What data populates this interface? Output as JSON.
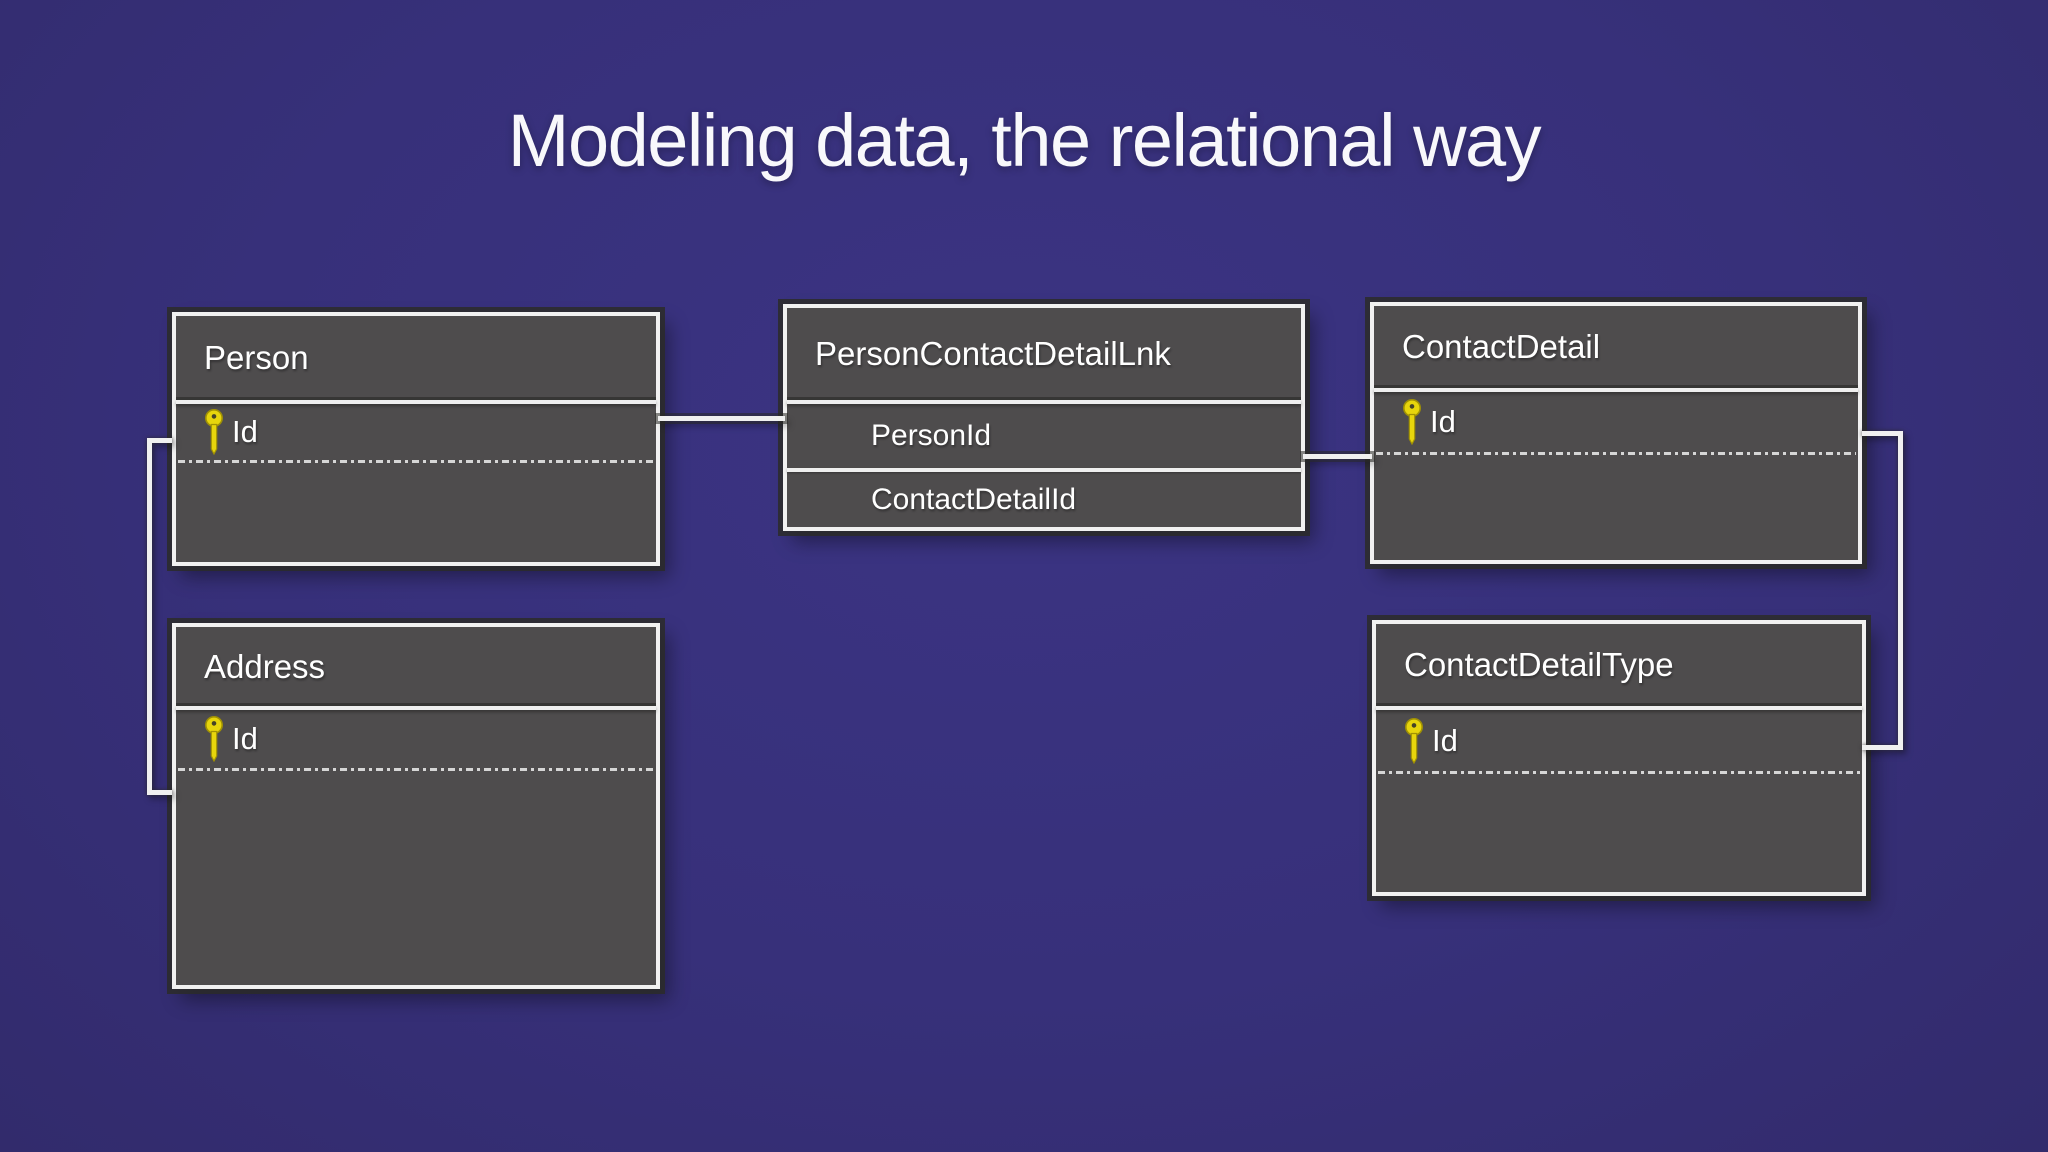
{
  "slide": {
    "title": "Modeling data, the relational way"
  },
  "diagram": {
    "tables": [
      {
        "name": "Person",
        "fields": [
          {
            "name": "Id",
            "is_primary_key": true
          }
        ]
      },
      {
        "name": "Address",
        "fields": [
          {
            "name": "Id",
            "is_primary_key": true
          }
        ]
      },
      {
        "name": "PersonContactDetailLnk",
        "fields": [
          {
            "name": "PersonId",
            "is_primary_key": false
          },
          {
            "name": "ContactDetailId",
            "is_primary_key": false
          }
        ]
      },
      {
        "name": "ContactDetail",
        "fields": [
          {
            "name": "Id",
            "is_primary_key": true
          }
        ]
      },
      {
        "name": "ContactDetailType",
        "fields": [
          {
            "name": "Id",
            "is_primary_key": true
          }
        ]
      }
    ],
    "relationships": [
      {
        "from": "Person",
        "to": "PersonContactDetailLnk"
      },
      {
        "from": "PersonContactDetailLnk",
        "to": "ContactDetail"
      },
      {
        "from": "Person",
        "to": "Address"
      },
      {
        "from": "ContactDetail",
        "to": "ContactDetailType"
      }
    ]
  },
  "colors": {
    "background": "#37307a",
    "table_fill": "#4e4c4d",
    "line_white": "#f1f1f1",
    "key_yellow": "#e7d50c",
    "title_text": "#f8f8fb"
  },
  "icons": [
    {
      "name": "primary-key-icon",
      "meaning": "primary key field"
    }
  ]
}
